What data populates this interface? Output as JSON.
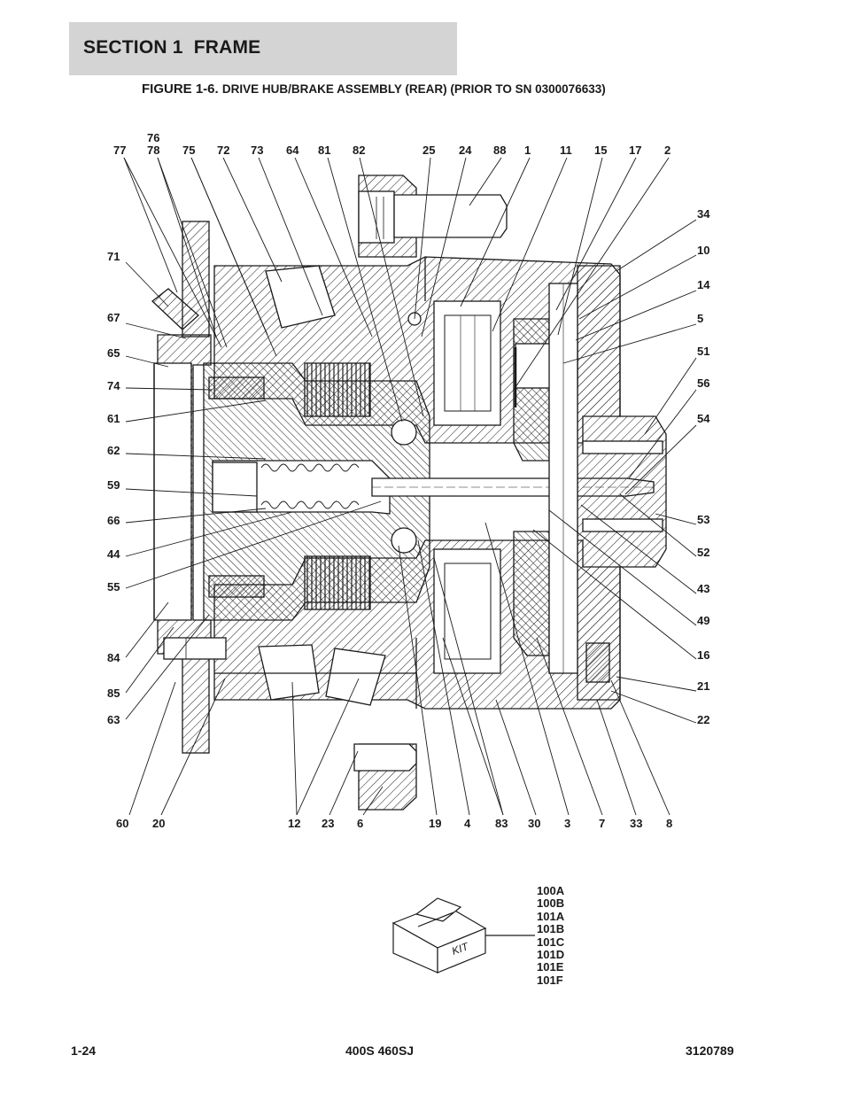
{
  "header": {
    "section": "SECTION 1  FRAME"
  },
  "figure": {
    "number": "FIGURE 1-6.",
    "title": "DRIVE HUB/BRAKE ASSEMBLY (REAR) (PRIOR TO SN 0300076633)"
  },
  "callouts": {
    "top": [
      "77",
      "76",
      "78",
      "75",
      "72",
      "73",
      "64",
      "81",
      "82",
      "25",
      "24",
      "88",
      "1",
      "11",
      "15",
      "17",
      "2"
    ],
    "left": [
      "71",
      "67",
      "65",
      "74",
      "61",
      "62",
      "59",
      "66",
      "44",
      "55",
      "84",
      "85",
      "63"
    ],
    "right": [
      "34",
      "10",
      "14",
      "5",
      "51",
      "56",
      "54",
      "53",
      "52",
      "43",
      "49",
      "16",
      "21",
      "22"
    ],
    "bottom": [
      "60",
      "20",
      "12",
      "23",
      "6",
      "19",
      "4",
      "83",
      "30",
      "3",
      "7",
      "33",
      "8"
    ]
  },
  "kit": {
    "box_label": "KIT",
    "items": [
      "100A",
      "100B",
      "101A",
      "101B",
      "101C",
      "101D",
      "101E",
      "101F"
    ]
  },
  "footer": {
    "page": "1-24",
    "model": "400S 460SJ",
    "doc_number": "3120789"
  }
}
